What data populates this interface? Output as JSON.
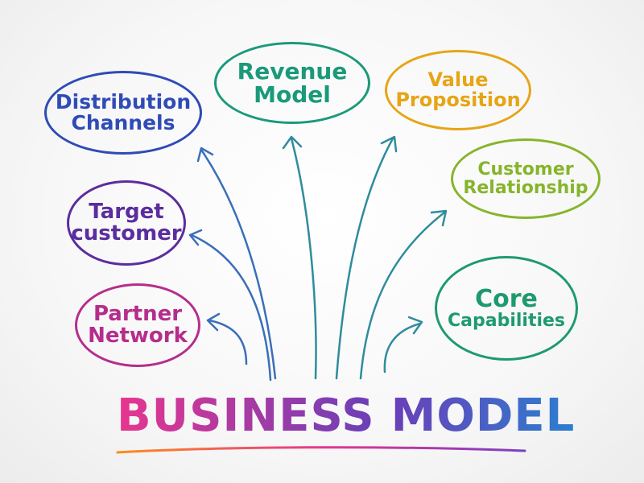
{
  "title": {
    "word1": "BUSINESS",
    "word2": "MODEL"
  },
  "nodes": {
    "distribution": {
      "line1": "Distribution",
      "line2": "Channels",
      "color": "#2f4bb7"
    },
    "revenue": {
      "line1": "Revenue",
      "line2": "Model",
      "color": "#1a9a7a"
    },
    "value": {
      "line1": "Value",
      "line2": "Proposition",
      "color": "#e6a516"
    },
    "customer_rel": {
      "line1": "Customer",
      "line2": "Relationship",
      "color": "#86b52b"
    },
    "target": {
      "line1": "Target",
      "line2": "customer",
      "color": "#5b2d9e"
    },
    "core": {
      "line1": "Core",
      "line2": "Capabilities",
      "color": "#1e9a6e"
    },
    "partner": {
      "line1": "Partner",
      "line2": "Network",
      "color": "#b52d8c"
    }
  },
  "colors": {
    "title_gradient_start": "#e8358f",
    "title_gradient_mid": "#6a3fb8",
    "title_gradient_end": "#2b7fd0",
    "arrow_color": "#3a6fb8",
    "underline_start": "#ff8c1a",
    "underline_end": "#7b3fc4"
  }
}
